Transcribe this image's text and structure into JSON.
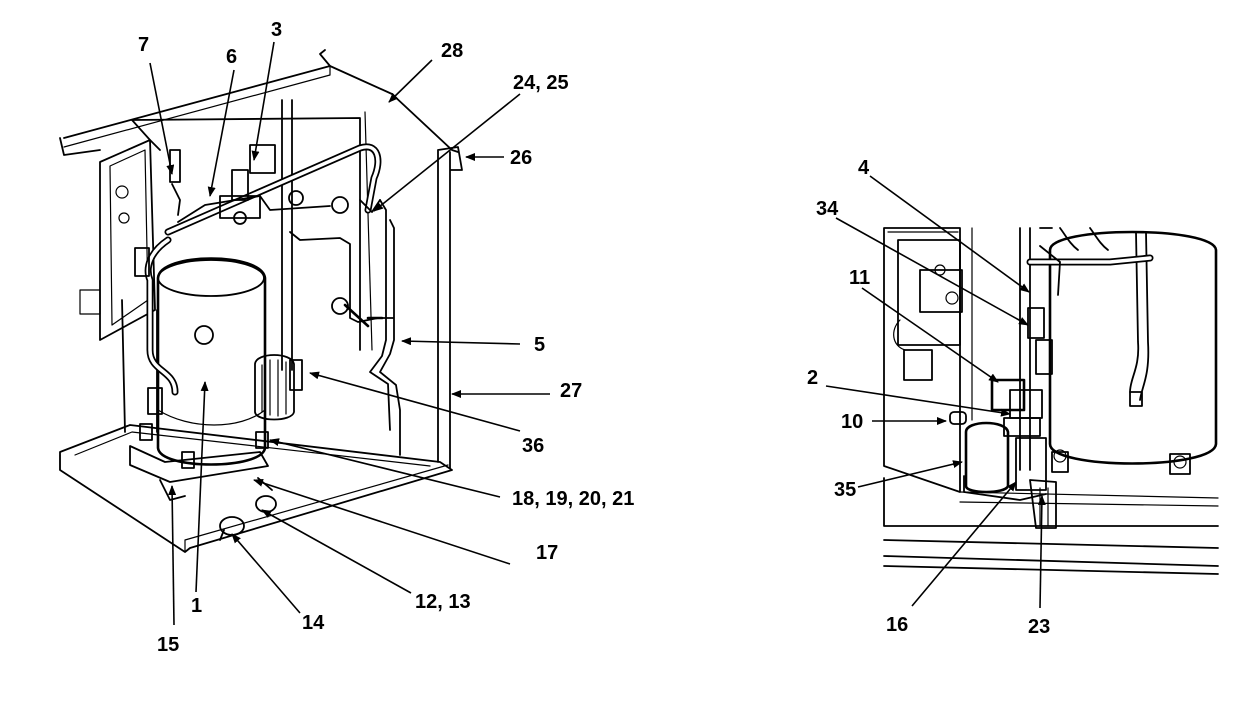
{
  "diagram": {
    "left_callouts": [
      "7",
      "6",
      "3",
      "28",
      "24, 25",
      "26",
      "5",
      "27",
      "36",
      "18, 19, 20, 21",
      "17",
      "12, 13",
      "14",
      "15",
      "1"
    ],
    "right_callouts": [
      "4",
      "34",
      "11",
      "2",
      "10",
      "35",
      "16",
      "23"
    ]
  }
}
